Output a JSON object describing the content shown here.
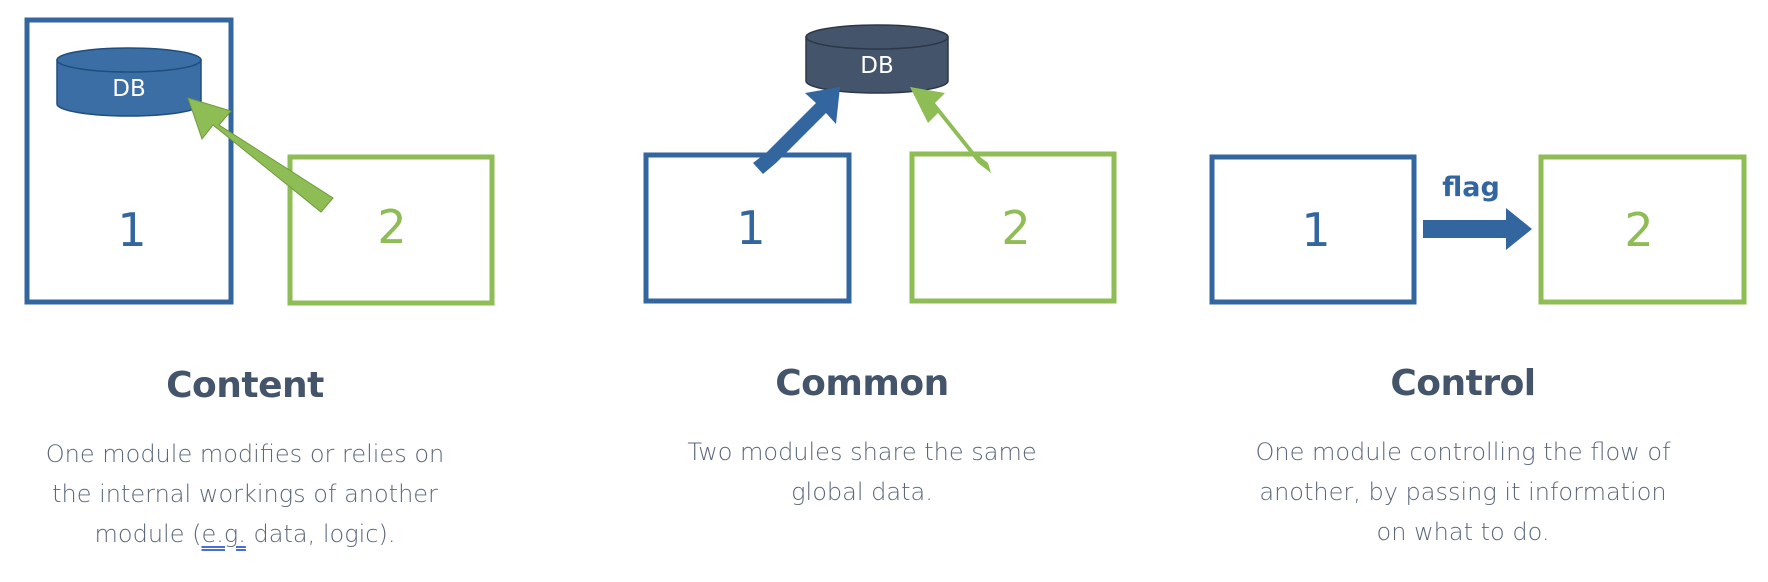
{
  "colors": {
    "blue": "#33669f",
    "green": "#8fbd55",
    "dark": "#44546a",
    "text": "#5a6779"
  },
  "panels": [
    {
      "id": "content",
      "title": "Content",
      "description_parts": [
        "One module modifies or relies on the internal workings of another module (",
        "e.g.",
        " data, logic)."
      ],
      "db_label": "DB",
      "module1_label": "1",
      "module2_label": "2"
    },
    {
      "id": "common",
      "title": "Common",
      "description": "Two modules share the same global data.",
      "db_label": "DB",
      "module1_label": "1",
      "module2_label": "2"
    },
    {
      "id": "control",
      "title": "Control",
      "description": "One module controlling the flow of another, by passing it information on what to do.",
      "arrow_label": "flag",
      "module1_label": "1",
      "module2_label": "2"
    }
  ]
}
